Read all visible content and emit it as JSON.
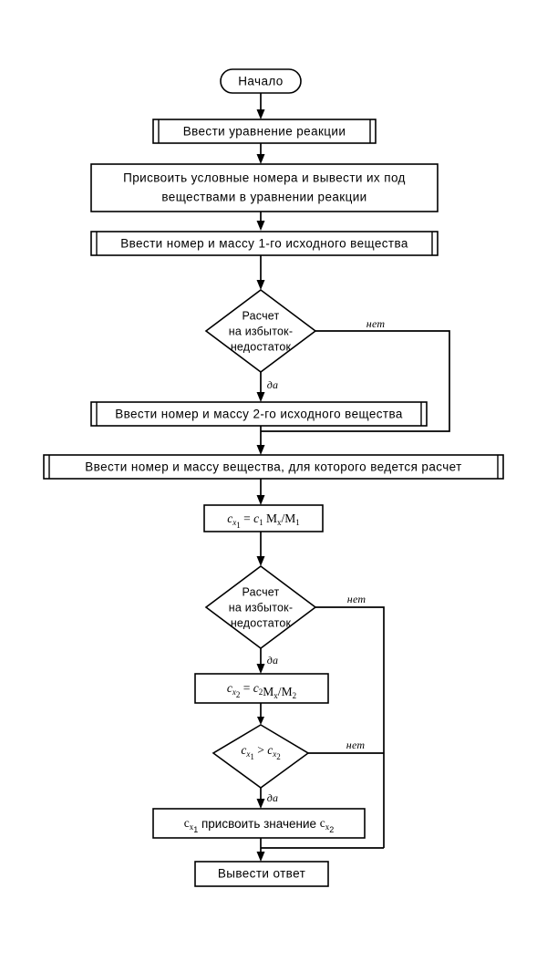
{
  "diagram": {
    "title": "Блок-схема расчета по уравнению реакции",
    "language": "ru",
    "background_color": "#ffffff",
    "line_color": "#000000",
    "nodes": {
      "start": {
        "shape": "terminator",
        "label": "Начало"
      },
      "input_equation": {
        "shape": "input-output-double-bar",
        "label": "Ввести уравнение реакции"
      },
      "assign_numbers": {
        "shape": "process",
        "label_line1": "Присвоить условные номера и вывести их под",
        "label_line2": "веществами в уравнении реакции"
      },
      "input_first_substance": {
        "shape": "input-output-double-bar",
        "label": "Ввести номер и массу 1-го исходного вещества"
      },
      "decision_excess_1": {
        "shape": "decision",
        "label_line1": "Расчет",
        "label_line2": "на избыток-",
        "label_line3": "недостаток",
        "yes_label": "да",
        "no_label": "нет"
      },
      "input_second_substance": {
        "shape": "input-output-double-bar",
        "label": "Ввести номер и массу 2-го исходного вещества"
      },
      "input_target_substance": {
        "shape": "input-output-double-bar",
        "label": "Ввести номер и массу вещества, для которого ведется расчет"
      },
      "formula_cx1": {
        "shape": "process",
        "formula_plain": "c_x1 = c_1 M_x / M_1",
        "lhs_base": "c",
        "lhs_sub": "x",
        "lhs_sub_index": "1",
        "rhs_c_base": "c",
        "rhs_c_sub": "1",
        "rhs_m_base": "M",
        "rhs_m_sub": "x",
        "rhs_denom_base": "M",
        "rhs_denom_sub": "1"
      },
      "decision_excess_2": {
        "shape": "decision",
        "label_line1": "Расчет",
        "label_line2": "на избыток-",
        "label_line3": "недостаток",
        "yes_label": "да",
        "no_label": "нет"
      },
      "formula_cx2": {
        "shape": "process",
        "formula_plain": "c_x2 = c_2 M_x / M_2",
        "lhs_base": "c",
        "lhs_sub": "x",
        "lhs_sub_index": "2",
        "rhs_c_base": "c",
        "rhs_c_sub": "2",
        "rhs_m_base": "M",
        "rhs_m_sub": "x",
        "rhs_denom_base": "M",
        "rhs_denom_sub": "2"
      },
      "decision_compare": {
        "shape": "decision",
        "formula_plain": "c_x1 > c_x2",
        "left_base": "c",
        "left_sub": "x",
        "left_sub_index": "1",
        "operator": ">",
        "right_base": "c",
        "right_sub": "x",
        "right_sub_index": "2",
        "yes_label": "да",
        "no_label": "нет"
      },
      "assign_cx1": {
        "shape": "process",
        "formula_plain": "c_x1 присвоить значение c_x2",
        "left_base": "c",
        "left_sub": "x",
        "left_sub_index": "1",
        "middle_text": "присвоить значение",
        "right_base": "c",
        "right_sub": "x",
        "right_sub_index": "2"
      },
      "output_answer": {
        "shape": "process",
        "label": "Вывести ответ"
      }
    },
    "branch_labels": {
      "yes": "да",
      "no": "нет"
    }
  }
}
